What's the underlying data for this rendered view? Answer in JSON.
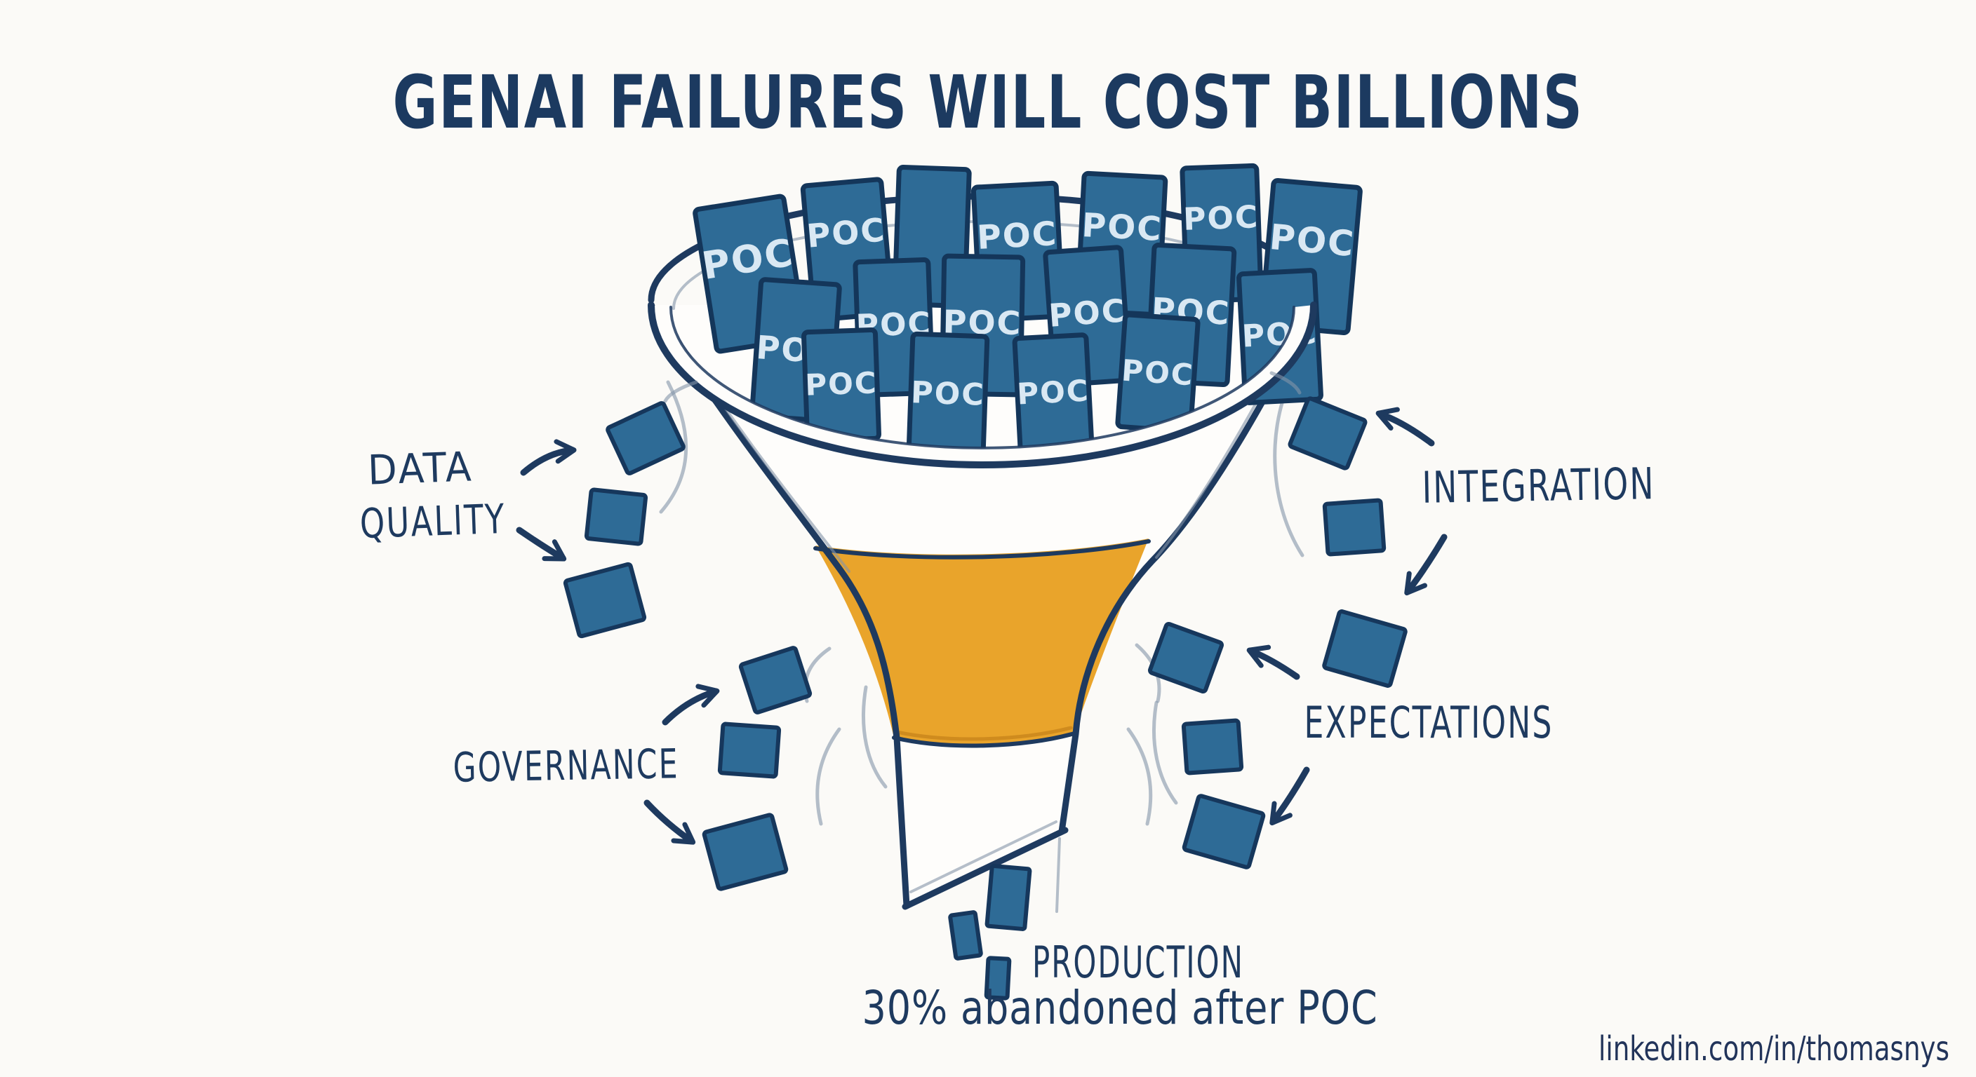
{
  "title": "GENAI FAILURES WILL COST BILLIONS",
  "poc_label": "POC",
  "labels": {
    "data_quality_line1": "DATA",
    "data_quality_line2": "QUALITY",
    "governance": "GOVERNANCE",
    "integration": "INTEGRATION",
    "expectations": "EXPECTATIONS",
    "production": "PRODUCTION"
  },
  "caption": "30% abandoned after POC",
  "attribution": "linkedin.com/in/thomasnys",
  "colors": {
    "background": "#fbfaf7",
    "ink": "#1e3a5f",
    "card_blue": "#2e6b96",
    "card_text": "#d9e8f3",
    "liquid_orange": "#e9a42b"
  }
}
